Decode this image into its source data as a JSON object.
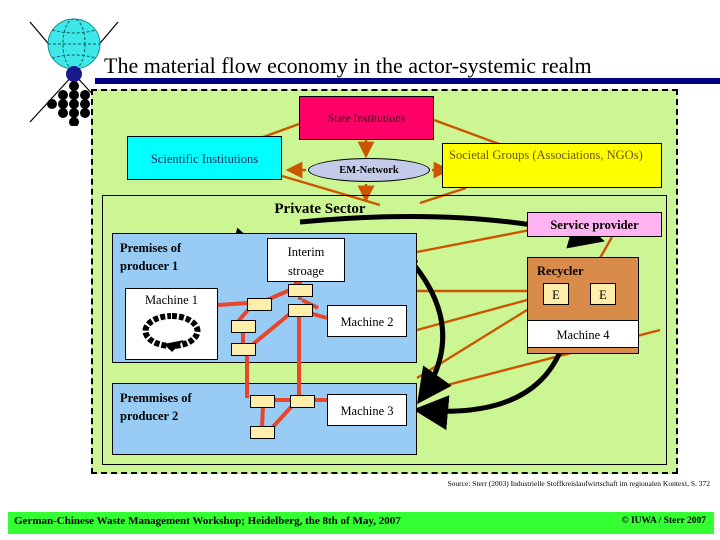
{
  "slide": {
    "title": "The material flow economy in the actor-systemic realm",
    "logo_icon": "globe-hourglass-logo",
    "rule_color": "#000080"
  },
  "diagram": {
    "background_color": "#ccf593",
    "actors": {
      "state_institutions": {
        "label": "State Institutions",
        "color": "#ff0066"
      },
      "scientific_institutions": {
        "label": "Scientific Institutions",
        "color": "#00ffff"
      },
      "societal_groups": {
        "label": "Societal Groups (Associations, NGOs)",
        "color": "#ffff00"
      },
      "em_network": {
        "label": "EM-Network",
        "color": "#c3cbe8"
      },
      "service_provider": {
        "label": "Service provider",
        "color": "#ffb3f0"
      },
      "recycler": {
        "label": "Recycler",
        "color": "#d98c4a"
      }
    },
    "private_sector": {
      "title": "Private Sector",
      "producer1": {
        "label_line1": "Premises of",
        "label_line2": "producer 1",
        "color": "#99ccf5"
      },
      "producer2": {
        "label_line1": "Premmises of",
        "label_line2": "producer 2",
        "color": "#99ccf5"
      },
      "machines": {
        "machine1": "Machine 1",
        "machine2": "Machine 2",
        "machine3": "Machine 3",
        "machine4": "Machine 4"
      },
      "interim_storage": {
        "line1": "Interim",
        "line2": "stroage"
      },
      "recycler_units": {
        "unit1": "E",
        "unit2": "E"
      }
    }
  },
  "source": "Source: Sterr (2003) Industrielle Stoffkreislaufwirtschaft im regionalen Kontext, S. 372",
  "footer": {
    "left": "German-Chinese Waste Management Workshop; Heidelberg, the 8th of May, 2007",
    "right": "© IUWA / Sterr 2007",
    "color": "#33ff33"
  }
}
